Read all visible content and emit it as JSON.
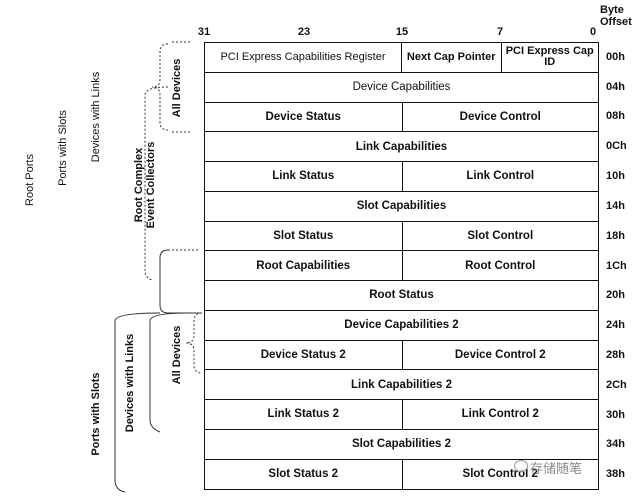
{
  "header": {
    "bits": [
      "31",
      "23",
      "15",
      "7",
      "0"
    ],
    "byte_offset": [
      "Byte",
      "Offset"
    ]
  },
  "rows": [
    {
      "offset": "00h",
      "cells": [
        "PCI Express Capabilities Register",
        "Next Cap Pointer",
        "PCI Express Cap ID"
      ]
    },
    {
      "offset": "04h",
      "cells": [
        "Device Capabilities"
      ]
    },
    {
      "offset": "08h",
      "cells": [
        "Device Status",
        "Device Control"
      ]
    },
    {
      "offset": "0Ch",
      "cells": [
        "Link Capabilities"
      ]
    },
    {
      "offset": "10h",
      "cells": [
        "Link Status",
        "Link Control"
      ]
    },
    {
      "offset": "14h",
      "cells": [
        "Slot Capabilities"
      ]
    },
    {
      "offset": "18h",
      "cells": [
        "Slot Status",
        "Slot Control"
      ]
    },
    {
      "offset": "1Ch",
      "cells": [
        "Root Capabilities",
        "Root Control"
      ]
    },
    {
      "offset": "20h",
      "cells": [
        "Root Status"
      ]
    },
    {
      "offset": "24h",
      "cells": [
        "Device Capabilities 2"
      ]
    },
    {
      "offset": "28h",
      "cells": [
        "Device Status 2",
        "Device Control 2"
      ]
    },
    {
      "offset": "2Ch",
      "cells": [
        "Link Capabilities 2"
      ]
    },
    {
      "offset": "30h",
      "cells": [
        "Link Status 2",
        "Link Control 2"
      ]
    },
    {
      "offset": "34h",
      "cells": [
        "Slot Capabilities 2"
      ]
    },
    {
      "offset": "38h",
      "cells": [
        "Slot Status 2",
        "Slot Control 2"
      ]
    }
  ],
  "labels": {
    "root_ports": "Root Ports",
    "ports_with_slots_top": "Ports with Slots",
    "devices_with_links_top": "Devices with Links",
    "all_devices_top": "All Devices",
    "root_complex_event_collectors": [
      "Root Complex",
      "Event Collectors"
    ],
    "ports_with_slots_bottom": "Ports with Slots",
    "devices_with_links_bottom": "Devices with Links",
    "all_devices_bottom": "All Devices"
  },
  "watermark": "存储随笔"
}
